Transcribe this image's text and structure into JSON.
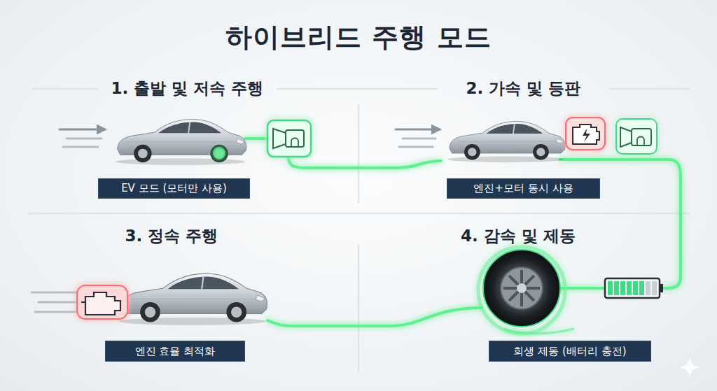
{
  "diagram": {
    "title": "하이브리드 주행 모드",
    "nodes": [
      {
        "text": [
          "EV 모드 (모터만 사용)"
        ]
      },
      {
        "text": [
          "엔진+모터 동시 사용"
        ]
      },
      {
        "text": [
          "엔진 효율 최적화"
        ]
      },
      {
        "text": [
          "회생 제동 (배터리 충전)"
        ]
      }
    ],
    "labels": [
      "1. 출발 및 저속 주행",
      "2. 가속 및 등판",
      "3. 정속 주행",
      "4. 감속 및 제동"
    ]
  }
}
